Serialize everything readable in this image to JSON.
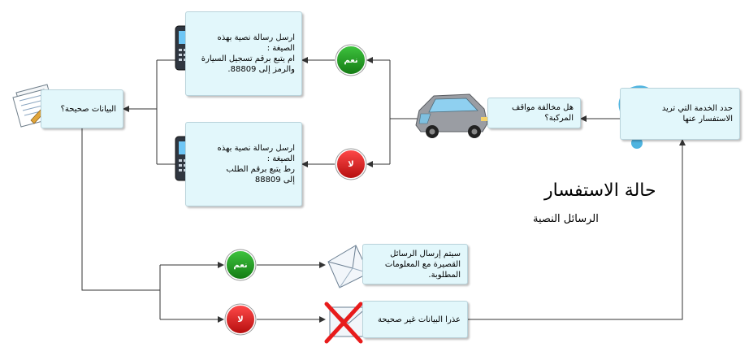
{
  "title": "حالة الاستفسار",
  "subtitle": "الرسائل النصية",
  "nodes": {
    "start": "حدد الخدمة التي تريد الاستفسار عنها",
    "question_violation": "هل مخالفة مواقف المركبة؟",
    "sms_yes": "ارسل رسالة نصية بهذه الصيغة :\nام يتبع برقم تسجيل السيارة والرمز إلى 88809.",
    "sms_no": "ارسل رسالة نصية بهذه الصيغة :\nرط يتبع برقم الطلب\nإلى 88809",
    "question_data": "البيانات صحيحة؟",
    "result_sent": "سيتم إرسال الرسائل القصيرة مع المعلومات المطلوبة.",
    "result_error": "عذرا البيانات غير صحيحة"
  },
  "badges": {
    "yes": "نعم",
    "no": "لا"
  },
  "colors": {
    "box_fill": "#e2f7fb",
    "yes_badge": "#1e9e1e",
    "no_badge": "#e01a1a",
    "connector": "#333333"
  },
  "icons": [
    "question-mark-icon",
    "car-icon",
    "mobile-phone-icon",
    "document-icon",
    "envelope-icon",
    "red-x-icon"
  ]
}
